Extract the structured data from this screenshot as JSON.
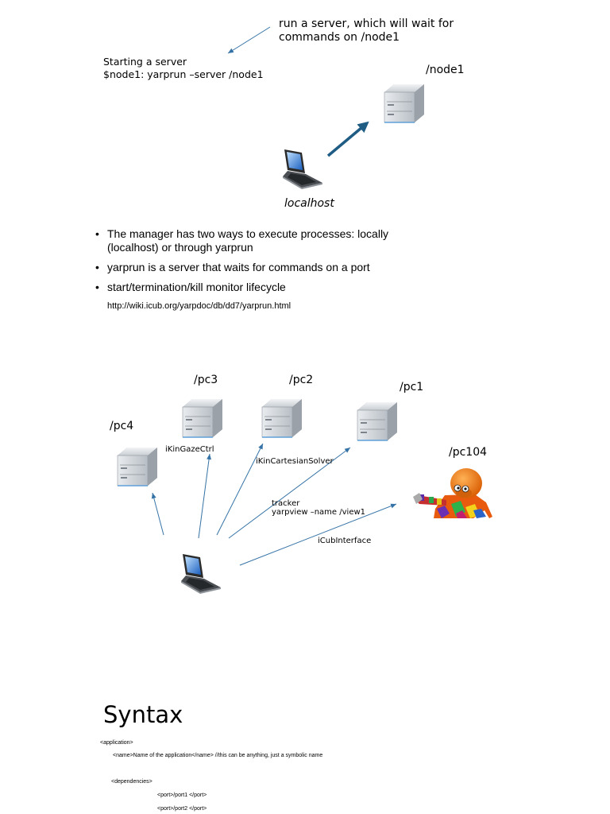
{
  "callout": {
    "line1": "run a server, which will wait for",
    "line2": "commands on /node1"
  },
  "starting": {
    "line1": "Starting a server",
    "line2": "$node1: yarprun –server /node1"
  },
  "node_label": "/node1",
  "localhost_label": "localhost",
  "bullets": [
    {
      "line1": "The manager has two ways to execute processes: locally",
      "line2": "(localhost) or through yarprun"
    },
    {
      "line1": "yarprun is a server that waits for commands on a port"
    },
    {
      "line1": "start/termination/kill monitor lifecycle"
    }
  ],
  "url": "http://wiki.icub.org/yarpdoc/db/dd7/yarprun.html",
  "diagram": {
    "pc3": "/pc3",
    "pc2": "/pc2",
    "pc1": "/pc1",
    "pc4": "/pc4",
    "pc104": "/pc104",
    "ikingaze": "iKinGazeCtrl",
    "ikincart": "iKinCartesianSolver",
    "tracker": "tracker",
    "yarpview": "yarpview –name /view1",
    "icubif": "iCubInterface"
  },
  "syntax_title": "Syntax",
  "xml": {
    "app_open": "<application>",
    "name_line": "<name>Name of the application</name> //this can be anything, just a symbolic name",
    "deps_open": "<dependencies>",
    "port1": "<port>/port1 </port>",
    "port2": "<port>/port2 </port>"
  },
  "colors": {
    "arrow": "#1f5c84",
    "thin_arrow": "#3573a6"
  }
}
